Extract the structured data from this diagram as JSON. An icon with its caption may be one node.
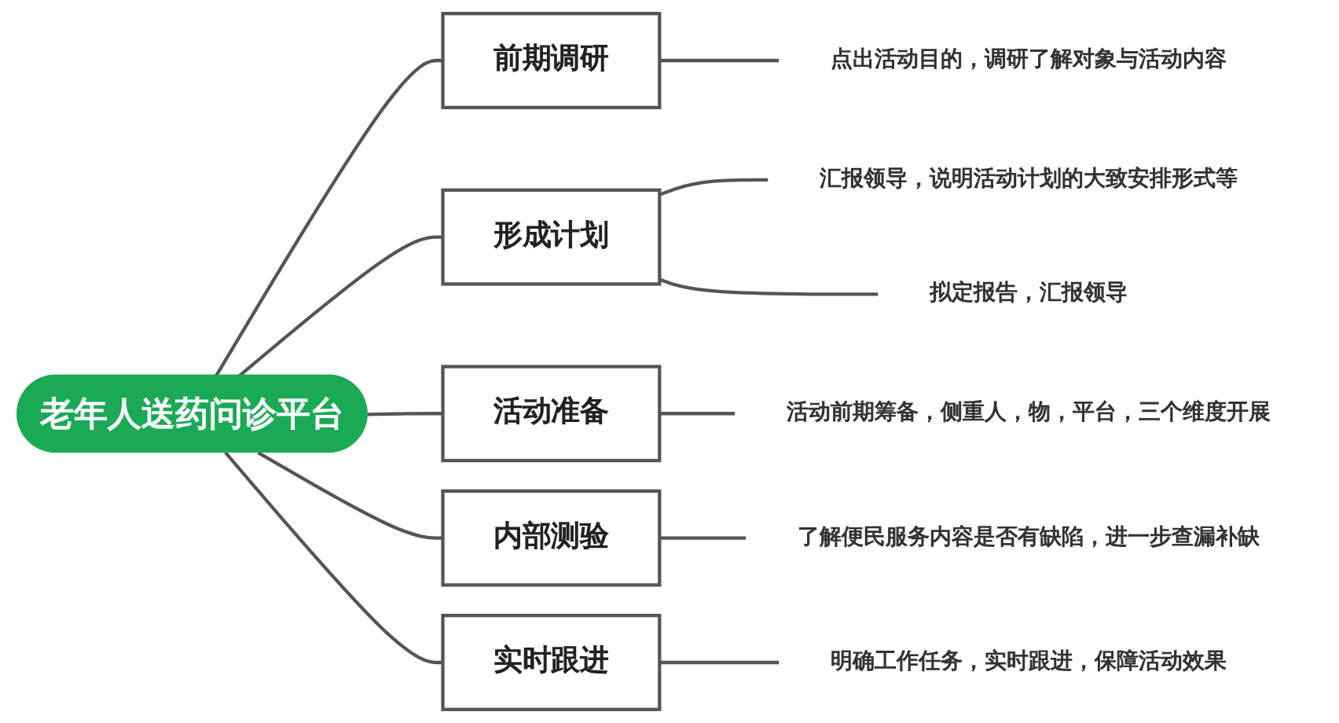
{
  "diagram": {
    "nodes": [
      {
        "text": [
          "老年人送药问诊平台"
        ]
      },
      {
        "text": [
          "前期调研"
        ]
      },
      {
        "text": [
          "点出活动目的，调研了解对象与活动内容"
        ]
      },
      {
        "text": [
          "形成计划"
        ]
      },
      {
        "text": [
          "汇报领导，说明活动计划的大致安排形式等"
        ]
      },
      {
        "text": [
          "拟定报告，汇报领导"
        ]
      },
      {
        "text": [
          "活动准备"
        ]
      },
      {
        "text": [
          "活动前期筹备，侧重人，物，平台，三个维度开展"
        ]
      },
      {
        "text": [
          "内部测验"
        ]
      },
      {
        "text": [
          "了解便民服务内容是否有缺陷，进一步查漏补缺"
        ]
      },
      {
        "text": [
          "实时跟进"
        ]
      },
      {
        "text": [
          "明确工作任务，实时跟进，保障活动效果"
        ]
      }
    ],
    "edges": [
      {
        "from": 0,
        "to": 1,
        "arrow": "none"
      },
      {
        "from": 1,
        "to": 2,
        "arrow": "none"
      },
      {
        "from": 0,
        "to": 3,
        "arrow": "none"
      },
      {
        "from": 3,
        "to": 4,
        "arrow": "none"
      },
      {
        "from": 3,
        "to": 5,
        "arrow": "none"
      },
      {
        "from": 0,
        "to": 6,
        "arrow": "none"
      },
      {
        "from": 6,
        "to": 7,
        "arrow": "none"
      },
      {
        "from": 0,
        "to": 8,
        "arrow": "none"
      },
      {
        "from": 8,
        "to": 9,
        "arrow": "none"
      },
      {
        "from": 0,
        "to": 10,
        "arrow": "none"
      },
      {
        "from": 10,
        "to": 11,
        "arrow": "none"
      }
    ]
  }
}
